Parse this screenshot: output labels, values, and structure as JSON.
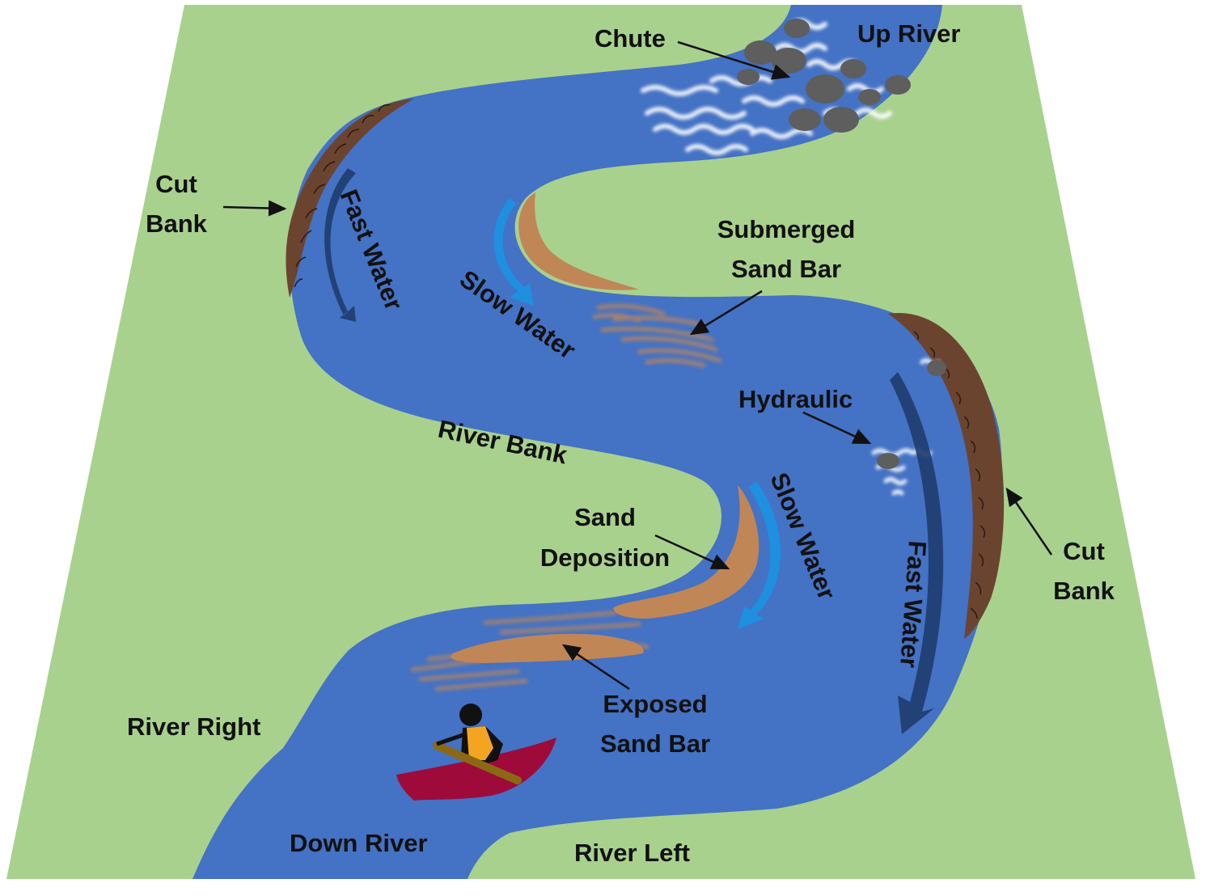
{
  "colors": {
    "land": "#a9d18e",
    "water": "#4472c4",
    "cut_bank": "#6b4430",
    "sand": "#c08656",
    "fast_arrow": "#1f3c6e",
    "slow_arrow": "#1f8fe0",
    "rock": "#5e5e5e",
    "canoe": "#9e0b3a",
    "life_vest": "#f3a521",
    "paddle": "#8b6914"
  },
  "labels": {
    "chute": "Chute",
    "up_river": "Up River",
    "cut_bank_left_1": "Cut",
    "cut_bank_left_2": "Bank",
    "fast_water_upper": "Fast Water",
    "slow_water_upper": "Slow Water",
    "submerged_1": "Submerged",
    "submerged_2": "Sand Bar",
    "hydraulic": "Hydraulic",
    "river_bank": "River Bank",
    "slow_water_lower": "Slow Water",
    "sand_dep_1": "Sand",
    "sand_dep_2": "Deposition",
    "fast_water_lower": "Fast Water",
    "cut_bank_right_1": "Cut",
    "cut_bank_right_2": "Bank",
    "exposed_1": "Exposed",
    "exposed_2": "Sand Bar",
    "river_right": "River Right",
    "down_river": "Down River",
    "river_left": "River Left"
  }
}
